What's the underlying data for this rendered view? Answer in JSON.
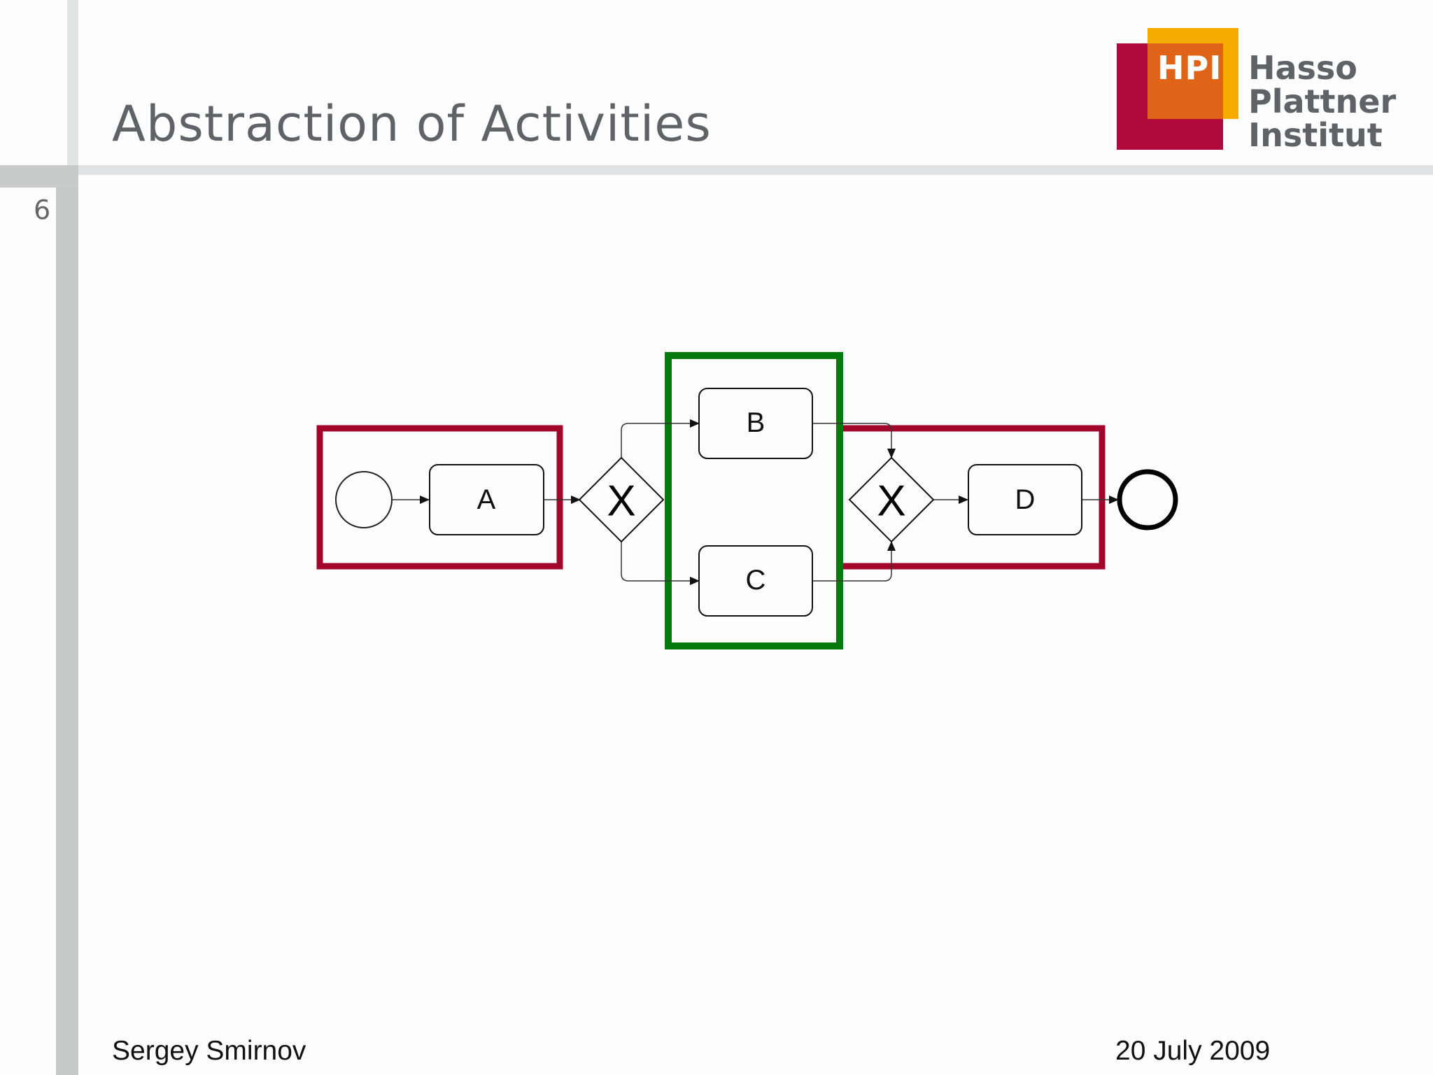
{
  "slide": {
    "title": "Abstraction of Activities",
    "page_number": "6"
  },
  "logo": {
    "abbreviation": "HPI",
    "name_lines": [
      "Hasso",
      "Plattner",
      "Institut"
    ],
    "colors": {
      "red": "#b0093b",
      "orange": "#df6417",
      "yellow": "#f6ab00"
    }
  },
  "diagram": {
    "activities": [
      {
        "id": "A",
        "label": "A"
      },
      {
        "id": "B",
        "label": "B"
      },
      {
        "id": "C",
        "label": "C"
      },
      {
        "id": "D",
        "label": "D"
      }
    ],
    "gateway_symbol": "X",
    "gateways": [
      "xor-split",
      "xor-join"
    ],
    "events": [
      "start-event",
      "end-event"
    ],
    "highlight_colors": {
      "red": "#a3062b",
      "green": "#067a0d"
    }
  },
  "footer": {
    "author": "Sergey Smirnov",
    "date": "20 July 2009"
  }
}
